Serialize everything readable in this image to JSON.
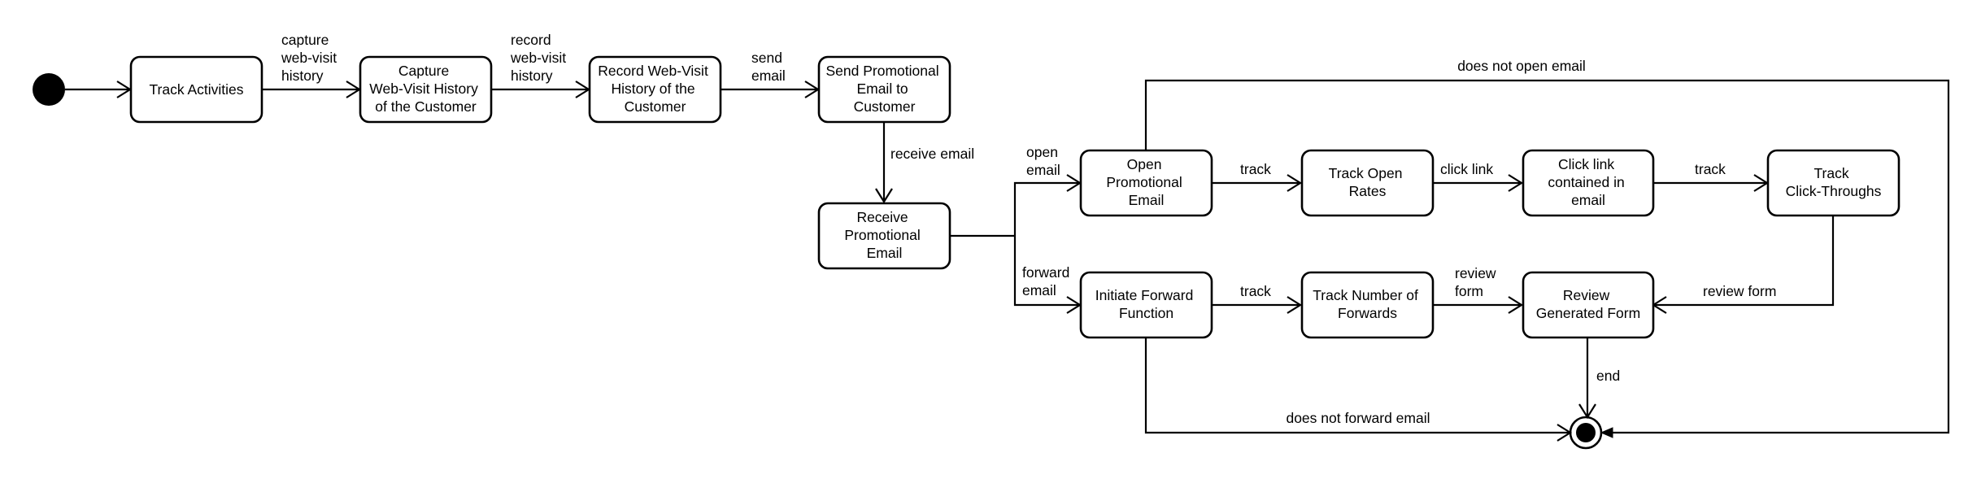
{
  "nodes": {
    "track_activities": [
      "Track Activities"
    ],
    "capture_history": [
      "Capture",
      "Web-Visit History",
      "of the Customer"
    ],
    "record_history": [
      "Record Web-Visit",
      "History of the",
      "Customer"
    ],
    "send_email": [
      "Send Promotional",
      "Email to",
      "Customer"
    ],
    "receive_email": [
      "Receive",
      "Promotional",
      "Email"
    ],
    "open_email": [
      "Open",
      "Promotional",
      "Email"
    ],
    "track_open_rates": [
      "Track Open",
      "Rates"
    ],
    "click_link": [
      "Click link",
      "contained in",
      "email"
    ],
    "track_click_throughs": [
      "Track",
      "Click-Throughs"
    ],
    "initiate_forward": [
      "Initiate Forward",
      "Function"
    ],
    "track_forwards": [
      "Track Number of",
      "Forwards"
    ],
    "review_form": [
      "Review",
      "Generated Form"
    ]
  },
  "edge_labels": {
    "capture_web_visit_history": [
      "capture",
      "web-visit",
      "history"
    ],
    "record_web_visit_history": [
      "record",
      "web-visit",
      "history"
    ],
    "send_email": [
      "send",
      "email"
    ],
    "receive_email": [
      "receive email"
    ],
    "open_email": [
      "open",
      "email"
    ],
    "forward_email": [
      "forward",
      "email"
    ],
    "track_open": [
      "track"
    ],
    "click_link": [
      "click link"
    ],
    "track_click": [
      "track"
    ],
    "track_forward": [
      "track"
    ],
    "review_form": [
      "review",
      "form"
    ],
    "review_form_from_clicks": [
      "review form"
    ],
    "end": [
      "end"
    ],
    "does_not_open_email": [
      "does not open email"
    ],
    "does_not_forward_email": [
      "does not forward email"
    ]
  }
}
